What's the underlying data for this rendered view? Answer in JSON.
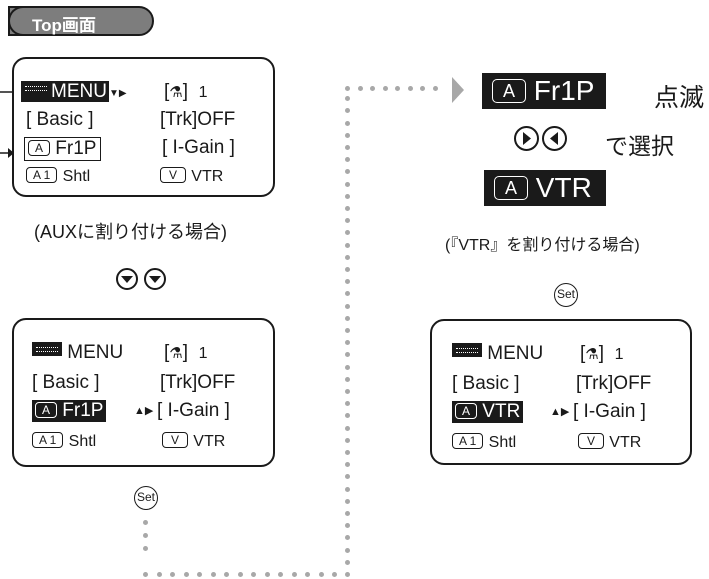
{
  "header": {
    "tab_label": "Top画面"
  },
  "screen1": {
    "menu": "MENU",
    "person": "[",
    "person_end": "]",
    "channel": "1",
    "basic": "[ Basic ]",
    "trk": "[Trk]OFF",
    "fr_key": "A",
    "fr_label": "Fr1P",
    "igain": "[ I-Gain ]",
    "a1_key": "A 1",
    "shtl": "Shtl",
    "v_key": "V",
    "vtr": "VTR"
  },
  "caption_aux": "(AUXに割り付ける場合)",
  "screen2": {
    "menu": "MENU",
    "person": "[",
    "person_end": "]",
    "channel": "1",
    "basic": "[ Basic ]",
    "trk": "[Trk]OFF",
    "fr_key": "A",
    "fr_label": "Fr1P",
    "igain": "[ I-Gain ]",
    "a1_key": "A 1",
    "shtl": "Shtl",
    "v_key": "V",
    "vtr": "VTR"
  },
  "set_label": "Set",
  "right": {
    "blink_key": "A",
    "blink_value": "Fr1P",
    "blink_text": "点滅",
    "select_text": "で選択",
    "result_key": "A",
    "result_value": "VTR",
    "caption_vtr": "(『VTR』を割り付ける場合)"
  },
  "screen3": {
    "menu": "MENU",
    "person": "[",
    "person_end": "]",
    "channel": "1",
    "basic": "[ Basic ]",
    "trk": "[Trk]OFF",
    "fr_key": "A",
    "fr_label": "VTR",
    "igain": "[ I-Gain ]",
    "a1_key": "A 1",
    "shtl": "Shtl",
    "v_key": "V",
    "vtr": "VTR"
  }
}
